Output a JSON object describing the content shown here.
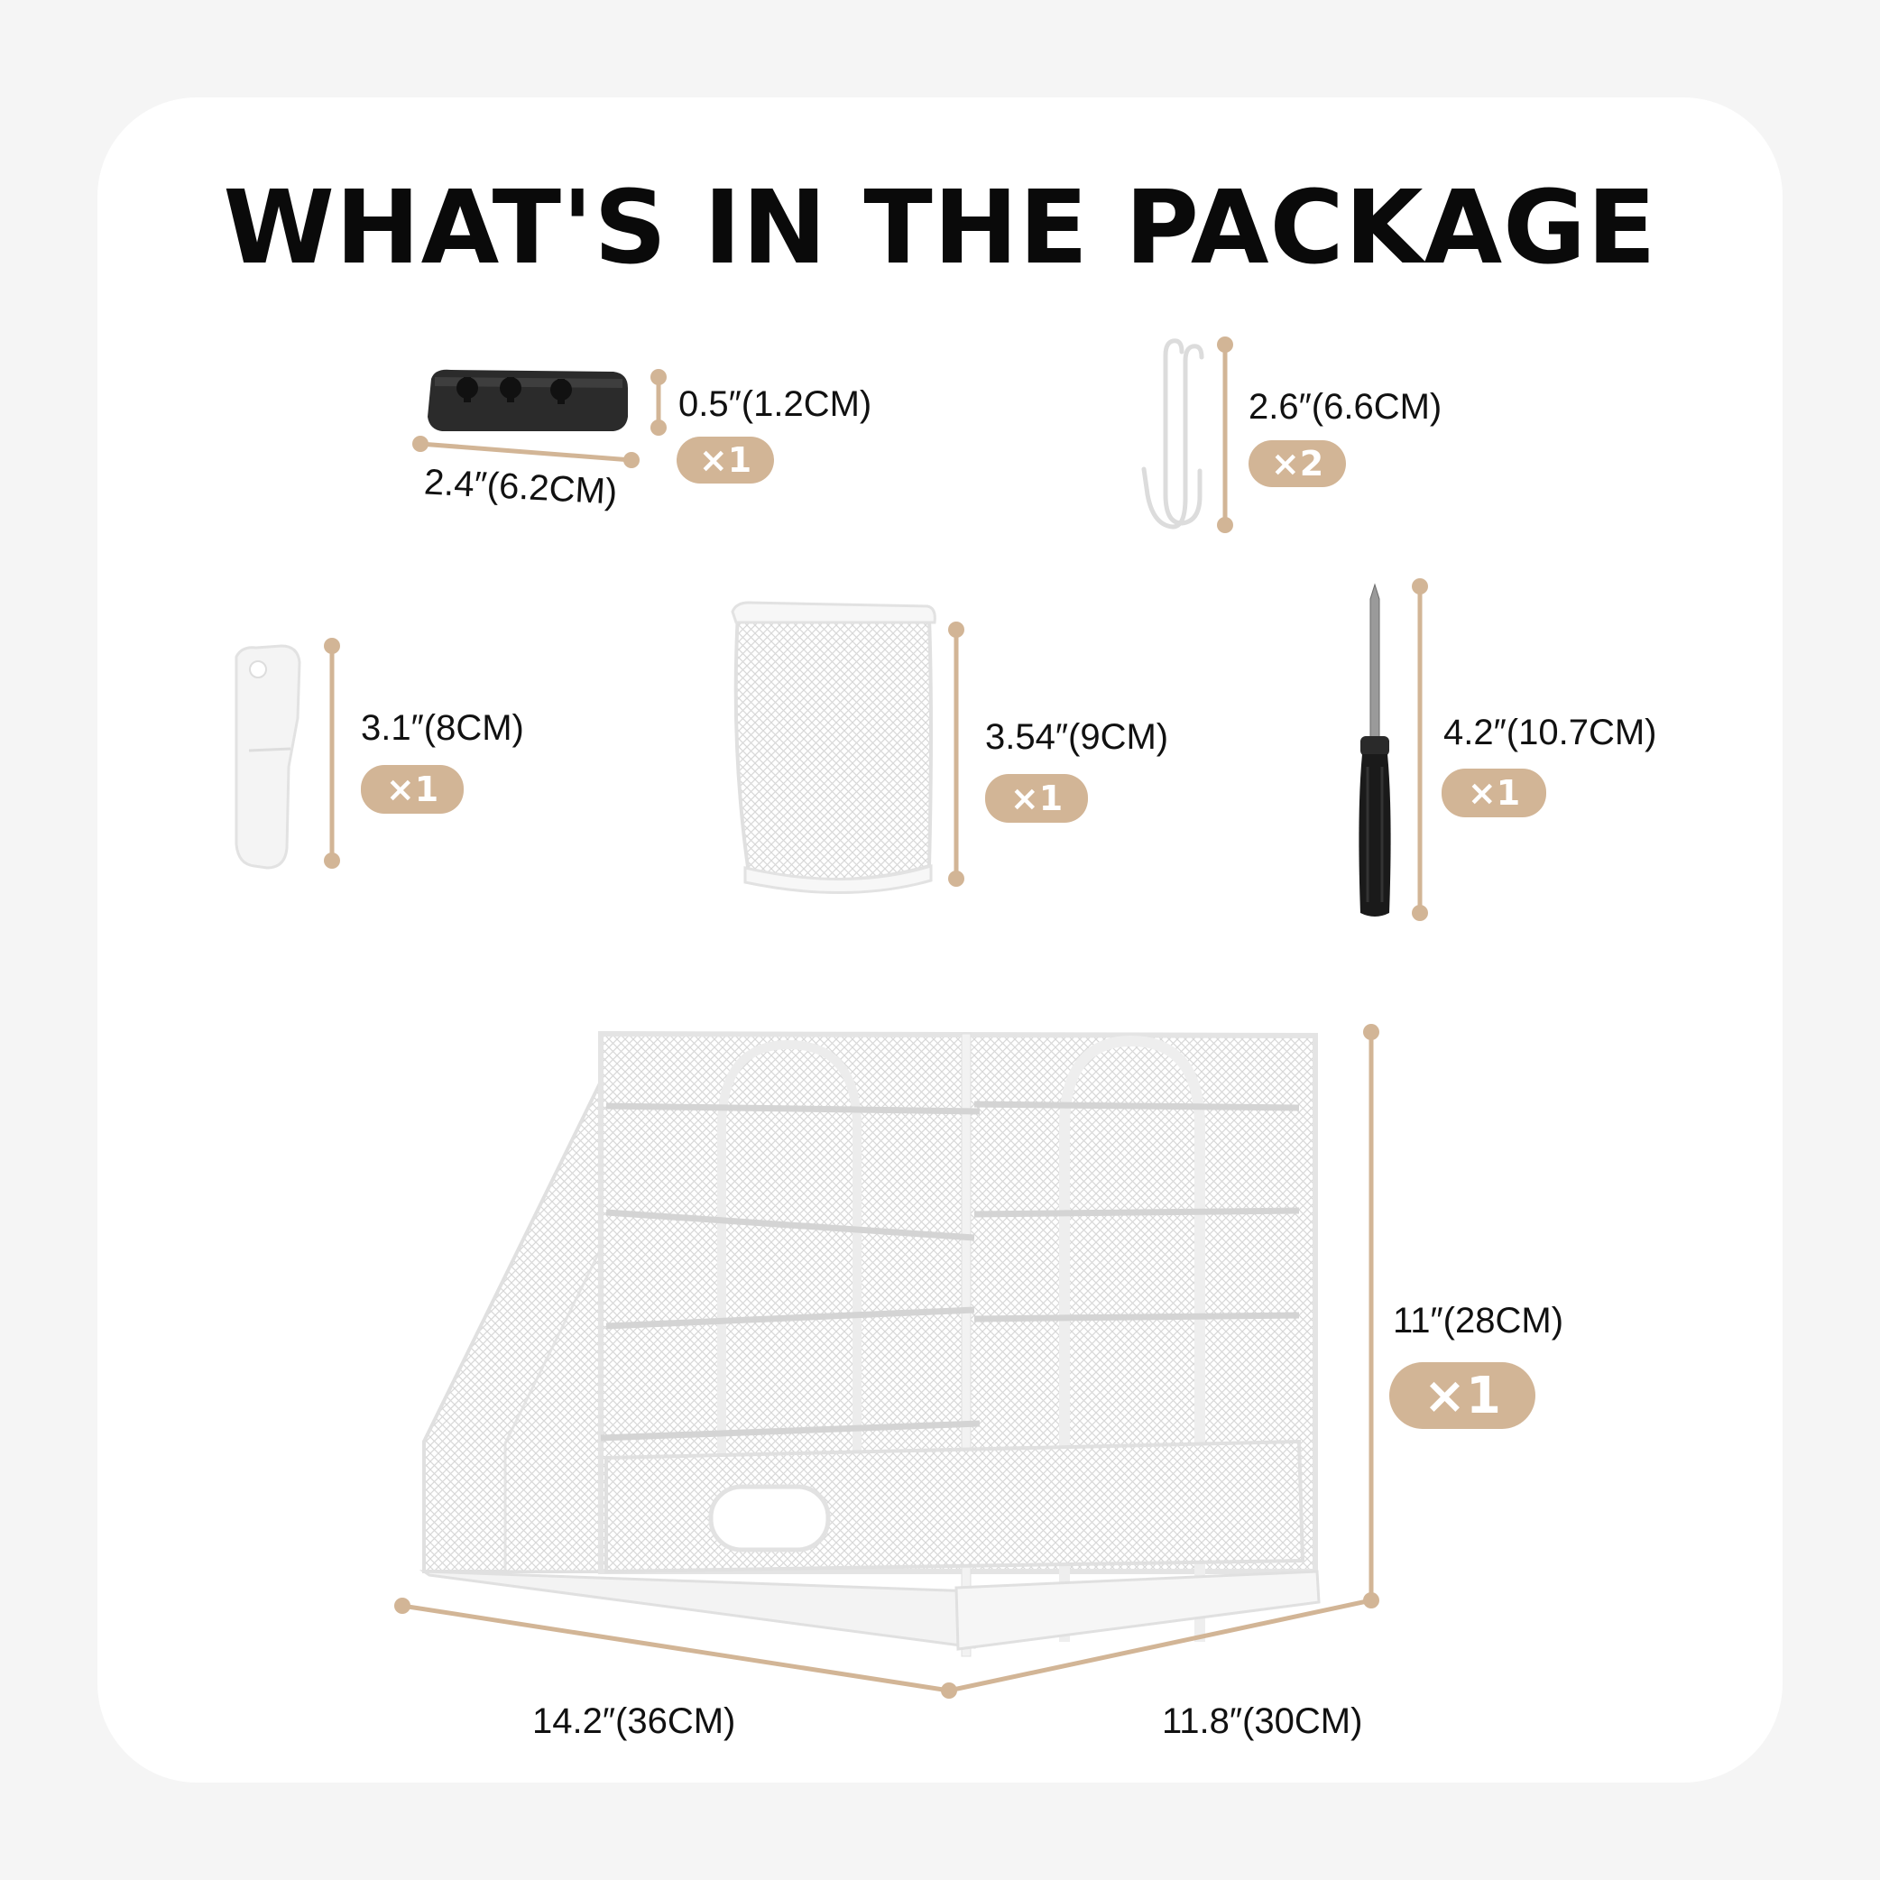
{
  "title": "WHAT'S IN THE PACKAGE",
  "colors": {
    "accent": "#d2b596",
    "background": "#f5f5f5",
    "card": "#ffffff",
    "text": "#111111"
  },
  "items": [
    {
      "name": "cable-clip",
      "dims": [
        "0.5″(1.2CM)",
        "2.4″(6.2CM)"
      ],
      "qty": "×1"
    },
    {
      "name": "hook",
      "dims": [
        "2.6″(6.6CM)"
      ],
      "qty": "×2"
    },
    {
      "name": "clip",
      "dims": [
        "3.1″(8CM)"
      ],
      "qty": "×1"
    },
    {
      "name": "mesh-pen-cup",
      "dims": [
        "3.54″(9CM)"
      ],
      "qty": "×1"
    },
    {
      "name": "screwdriver",
      "dims": [
        "4.2″(10.7CM)"
      ],
      "qty": "×1"
    },
    {
      "name": "desk-organizer",
      "dims": [
        "11″(28CM)",
        "14.2″(36CM)",
        "11.8″(30CM)"
      ],
      "qty": "×1"
    }
  ]
}
